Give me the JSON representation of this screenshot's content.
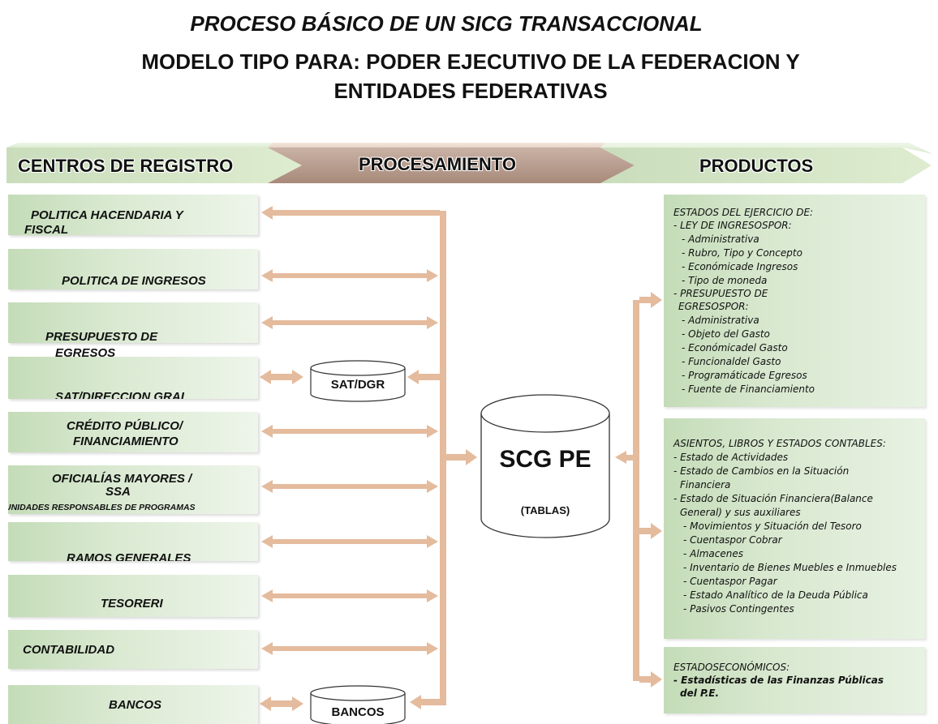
{
  "title": {
    "line1": "PROCESO BÁSICO DE UN SICG TRANSACCIONAL",
    "line2": "MODELO TIPO PARA: PODER EJECUTIVO DE LA FEDERACION Y",
    "line3": "ENTIDADES FEDERATIVAS"
  },
  "headers": {
    "left": "CENTROS DE REGISTRO",
    "middle": "PROCESAMIENTO",
    "right": "PRODUCTOS"
  },
  "centros": {
    "c1a": "POLITICA HACENDARIA Y",
    "c1b": "FISCAL",
    "c2": "POLITICA DE INGRESOS",
    "c3a": "PRESUPUESTO DE",
    "c3b": "EGRESOS",
    "c4": "SAT/DIRECCION GRAL",
    "c5a": "CRÉDITO PÚBLICO/",
    "c5b": "FINANCIAMIENTO",
    "c6a": "OFICIALÍAS MAYORES /",
    "c6b": "SSA",
    "c6c": "UNIDADES RESPONSABLES DE PROGRAMAS",
    "c7": "RAMOS GENERALES",
    "c8": "TESORERI",
    "c9": "CONTABILIDAD",
    "c10": "BANCOS"
  },
  "db": {
    "sat": "SAT/DGR",
    "bancos": "BANCOS",
    "main": "SCG PE",
    "main_sub": "(TABLAS)"
  },
  "productos": {
    "p1": [
      "ESTADOS DEL EJERCICIO DE:",
      "- LEY DE INGRESOSPOR:",
      "- Administrativa",
      "- Rubro, Tipo y Concepto",
      "- Económicade Ingresos",
      "- Tipo de moneda",
      "- PRESUPUESTO DE",
      "EGRESOSPOR:",
      "- Administrativa",
      "- Objeto del Gasto",
      "- Económicadel Gasto",
      "- Funcionaldel Gasto",
      "- Programáticade Egresos",
      "- Fuente de Financiamiento"
    ],
    "p2": [
      "ASIENTOS, LIBROS Y ESTADOS CONTABLES:",
      "- Estado de Actividades",
      "- Estado de Cambios en la Situación",
      "Financiera",
      "- Estado de Situación Financiera(Balance",
      "General) y sus auxiliares",
      "- Movimientos y Situación del Tesoro",
      "- Cuentaspor Cobrar",
      "- Almacenes",
      "- Inventario de Bienes Muebles e Inmuebles",
      "- Cuentaspor Pagar",
      "- Estado Analítico de la Deuda Pública",
      "- Pasivos Contingentes"
    ],
    "p3": [
      "ESTADOSECONÓMICOS:",
      "- Estadísticas de las Finanzas Públicas",
      "del P.E."
    ]
  }
}
